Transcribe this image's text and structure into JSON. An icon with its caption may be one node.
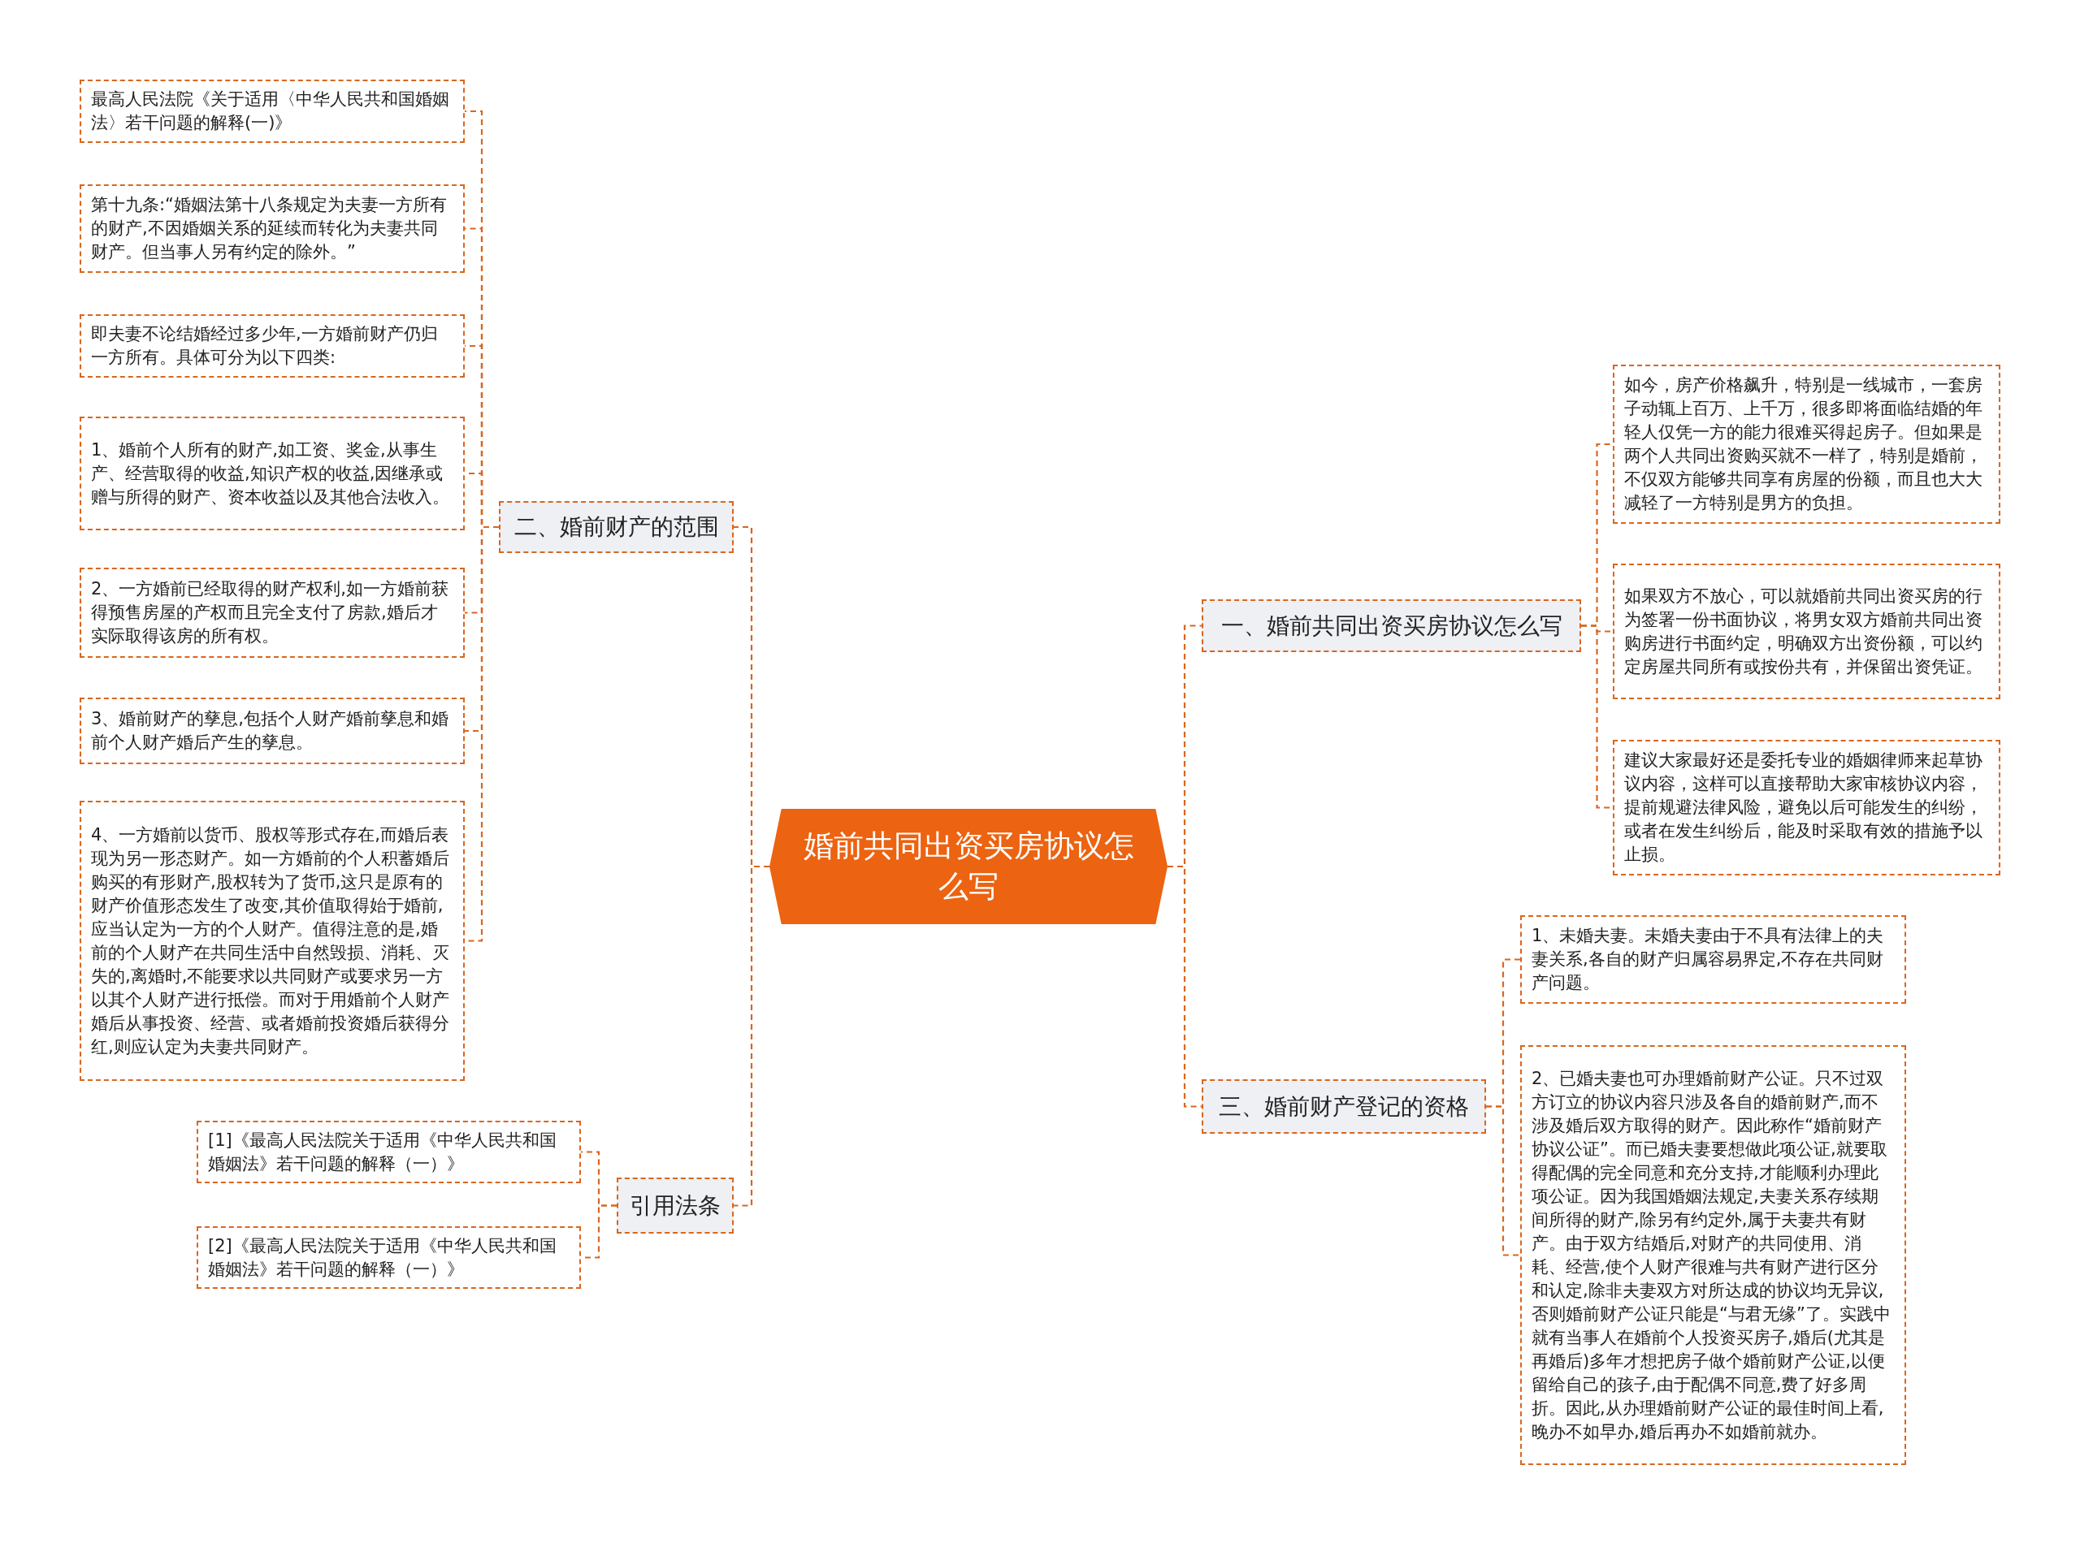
{
  "diagram": {
    "nodes": [
      {
        "text": [
          "婚前共同出资买房协议怎么写"
        ]
      },
      {
        "text": [
          "二、婚前财产的范围"
        ]
      },
      {
        "text": [
          "最高人民法院《关于适用〈中华人民共和国婚姻法〉若干问题的解释(一)》"
        ]
      },
      {
        "text": [
          "第十九条:“婚姻法第十八条规定为夫妻一方所有的财产,不因婚姻关系的延续而转化为夫妻共同财产。但当事人另有约定的除外。”"
        ]
      },
      {
        "text": [
          "即夫妻不论结婚经过多少年,一方婚前财产仍归一方所有。具体可分为以下四类:"
        ]
      },
      {
        "text": [
          "1、婚前个人所有的财产,如工资、奖金,从事生产、经营取得的收益,知识产权的收益,因继承或赠与所得的财产、资本收益以及其他合法收入。"
        ]
      },
      {
        "text": [
          "2、一方婚前已经取得的财产权利,如一方婚前获得预售房屋的产权而且完全支付了房款,婚后才实际取得该房的所有权。"
        ]
      },
      {
        "text": [
          "3、婚前财产的孳息,包括个人财产婚前孳息和婚前个人财产婚后产生的孳息。"
        ]
      },
      {
        "text": [
          "4、一方婚前以货币、股权等形式存在,而婚后表现为另一形态财产。如一方婚前的个人积蓄婚后购买的有形财产,股权转为了货币,这只是原有的财产价值形态发生了改变,其价值取得始于婚前,应当认定为一方的个人财产。值得注意的是,婚前的个人财产在共同生活中自然毁损、消耗、灭失的,离婚时,不能要求以共同财产或要求另一方以其个人财产进行抵偿。而对于用婚前个人财产婚后从事投资、经营、或者婚前投资婚后获得分红,则应认定为夫妻共同财产。"
        ]
      },
      {
        "text": [
          "引用法条"
        ]
      },
      {
        "text": [
          "[1]《最高人民法院关于适用《中华人民共和国婚姻法》若干问题的解释（一）》"
        ]
      },
      {
        "text": [
          "[2]《最高人民法院关于适用《中华人民共和国婚姻法》若干问题的解释（一）》"
        ]
      },
      {
        "text": [
          "一、婚前共同出资买房协议怎么写"
        ]
      },
      {
        "text": [
          "如今，房产价格飙升，特别是一线城市，一套房子动辄上百万、上千万，很多即将面临结婚的年轻人仅凭一方的能力很难买得起房子。但如果是两个人共同出资购买就不一样了，特别是婚前，不仅双方能够共同享有房屋的份额，而且也大大减轻了一方特别是男方的负担。"
        ]
      },
      {
        "text": [
          "如果双方不放心，可以就婚前共同出资买房的行为签署一份书面协议，将男女双方婚前共同出资购房进行书面约定，明确双方出资份额，可以约定房屋共同所有或按份共有，并保留出资凭证。"
        ]
      },
      {
        "text": [
          "建议大家最好还是委托专业的婚姻律师来起草协议内容，这样可以直接帮助大家审核协议内容，提前规避法律风险，避免以后可能发生的纠纷，或者在发生纠纷后，能及时采取有效的措施予以止损。"
        ]
      },
      {
        "text": [
          "三、婚前财产登记的资格"
        ]
      },
      {
        "text": [
          "1、未婚夫妻。未婚夫妻由于不具有法律上的夫妻关系,各自的财产归属容易界定,不存在共同财产问题。"
        ]
      },
      {
        "text": [
          "2、已婚夫妻也可办理婚前财产公证。只不过双方订立的协议内容只涉及各自的婚前财产,而不涉及婚后双方取得的财产。因此称作“婚前财产协议公证”。而已婚夫妻要想做此项公证,就要取得配偶的完全同意和充分支持,才能顺利办理此项公证。因为我国婚姻法规定,夫妻关系存续期间所得的财产,除另有约定外,属于夫妻共有财产。由于双方结婚后,对财产的共同使用、消耗、经营,使个人财产很难与共有财产进行区分和认定,除非夫妻双方对所达成的协议均无异议,否则婚前财产公证只能是“与君无缘”了。实践中就有当事人在婚前个人投资买房子,婚后(尤其是再婚后)多年才想把房子做个婚前财产公证,以便留给自己的孩子,由于配偶不同意,费了好多周折。因此,从办理婚前财产公证的最佳时间上看,晚办不如早办,婚后再办不如婚前就办。"
        ]
      }
    ],
    "edges": [
      {
        "from": 0,
        "to": 1,
        "arrow": "none"
      },
      {
        "from": 1,
        "to": 2,
        "arrow": "none"
      },
      {
        "from": 1,
        "to": 3,
        "arrow": "none"
      },
      {
        "from": 1,
        "to": 4,
        "arrow": "none"
      },
      {
        "from": 1,
        "to": 5,
        "arrow": "none"
      },
      {
        "from": 1,
        "to": 6,
        "arrow": "none"
      },
      {
        "from": 1,
        "to": 7,
        "arrow": "none"
      },
      {
        "from": 1,
        "to": 8,
        "arrow": "none"
      },
      {
        "from": 0,
        "to": 9,
        "arrow": "none"
      },
      {
        "from": 9,
        "to": 10,
        "arrow": "none"
      },
      {
        "from": 9,
        "to": 11,
        "arrow": "none"
      },
      {
        "from": 0,
        "to": 12,
        "arrow": "none"
      },
      {
        "from": 12,
        "to": 13,
        "arrow": "none"
      },
      {
        "from": 12,
        "to": 14,
        "arrow": "none"
      },
      {
        "from": 12,
        "to": 15,
        "arrow": "none"
      },
      {
        "from": 0,
        "to": 16,
        "arrow": "none"
      },
      {
        "from": 16,
        "to": 17,
        "arrow": "none"
      },
      {
        "from": 16,
        "to": 18,
        "arrow": "none"
      }
    ]
  }
}
